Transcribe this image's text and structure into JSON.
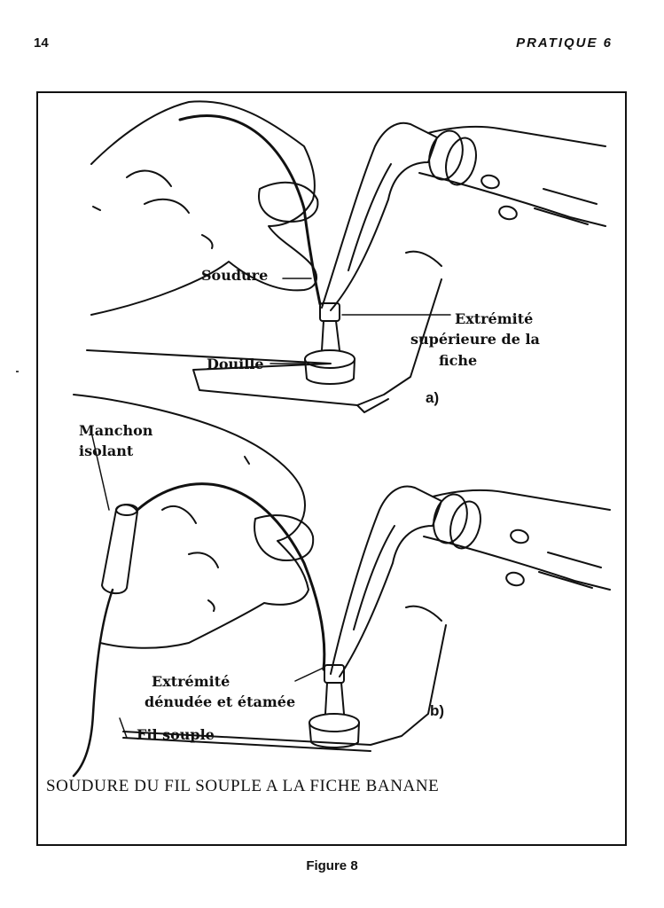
{
  "header": {
    "page_number": "14",
    "running_title": "PRATIQUE 6"
  },
  "figure": {
    "labels": {
      "soudure": "Soudure",
      "extremite_sup_1": "Extrémité",
      "extremite_sup_2": "supérieure de la",
      "extremite_sup_3": "fiche",
      "douille": "Douille",
      "panel_a": "a)",
      "manchon_1": "Manchon",
      "manchon_2": "isolant",
      "extremite_den_1": "Extrémité",
      "extremite_den_2": "dénudée et étamée",
      "panel_b": "b)",
      "fil_souple": "Fil souple"
    },
    "caption": "SOUDURE DU FIL SOUPLE A LA FICHE BANANE",
    "figure_label": "Figure 8"
  }
}
